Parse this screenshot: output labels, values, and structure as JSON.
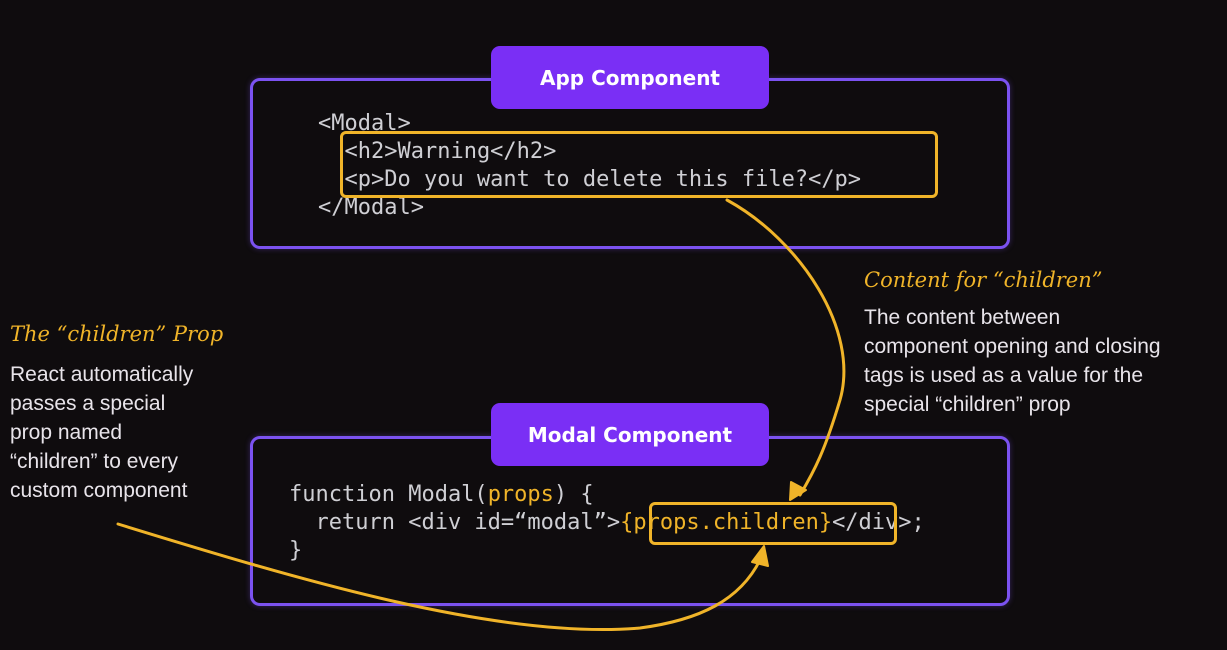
{
  "app_component": {
    "badge": "App Component",
    "code_lines": [
      "<Modal>",
      "  <h2>Warning</h2>",
      "  <p>Do you want to delete this file?</p>",
      "</Modal>"
    ]
  },
  "modal_component": {
    "badge": "Modal Component",
    "line1_prefix": "function Modal(",
    "line1_param": "props",
    "line1_suffix": ") {",
    "line2_prefix": "  return <div id=“modal”>",
    "line2_highlight": "{props.children}",
    "line2_suffix": "</div>;",
    "line3": "}"
  },
  "notes": {
    "children_prop": {
      "title": "The “children” Prop",
      "body": "React automatically\npasses a special\nprop named\n“children” to every\ncustom component"
    },
    "content_for_children": {
      "title": "Content for “children”",
      "body": "The content between\ncomponent opening and closing\ntags is used as a value for the\nspecial “children” prop"
    }
  },
  "colors": {
    "background": "#0f0c0e",
    "panel_border": "#7b52f0",
    "badge_fill": "#7a2ff5",
    "highlight": "#f0b429",
    "code_text": "#cfcfd4"
  }
}
